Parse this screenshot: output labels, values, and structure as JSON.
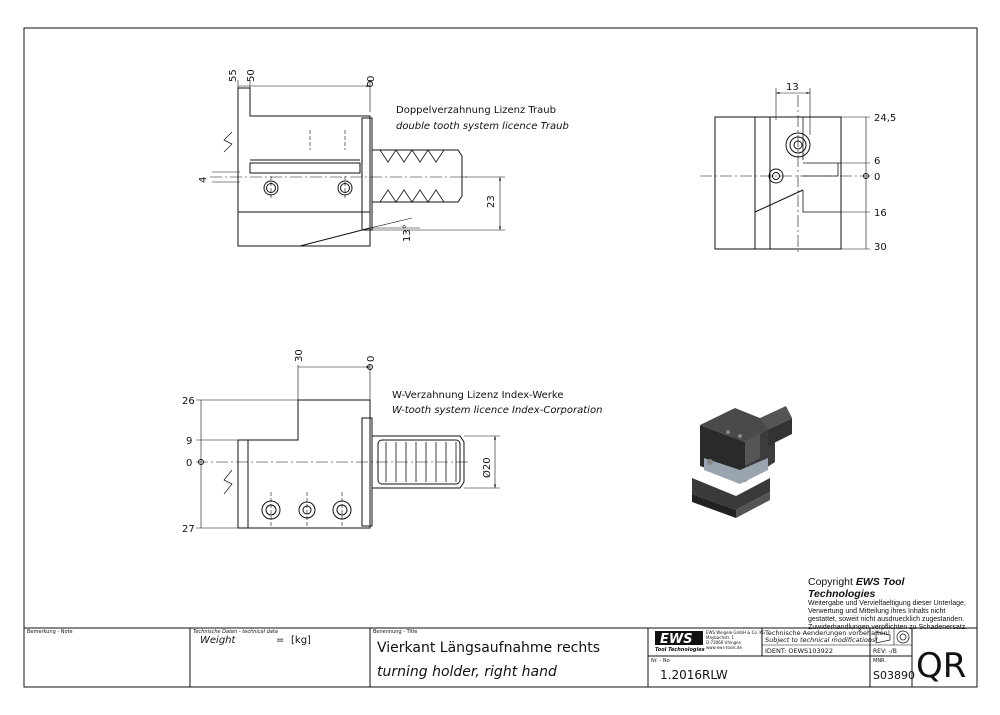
{
  "drawing": {
    "top_view": {
      "dims_top": [
        "55",
        "50",
        "0"
      ],
      "dims_left": [
        "4"
      ],
      "dims_right": [
        "23"
      ],
      "angle": "13°",
      "note_de": "Doppelverzahnung Lizenz Traub",
      "note_en": "double tooth system licence Traub"
    },
    "end_view": {
      "dim_top": "13",
      "dims_right": [
        "24,5",
        "6",
        "0",
        "16",
        "30"
      ]
    },
    "side_view": {
      "dims_top": [
        "30",
        "0"
      ],
      "dims_left": [
        "26",
        "9",
        "0",
        "27"
      ],
      "dim_diameter": "Ø20",
      "note_de": "W-Verzahnung Lizenz Index-Werke",
      "note_en": "W-tooth system licence Index-Corporation"
    }
  },
  "copyright": {
    "prefix": "Copyright",
    "brand": "EWS Tool Technologies",
    "lines": [
      "Weitergabe und Vervielfaeltigung dieser Unterlage,",
      "Verwertung und Mitteilung ihres Inhalts nicht",
      "gestattet, soweit nicht ausdruecklich zugestanden.",
      "Zuwiderhandlungen verpflichten zu Schadenersatz."
    ]
  },
  "title_block": {
    "remark_label": "Bemerkung - Note",
    "tech_label": "Technische Daten - technical data",
    "weight_label": "Weight",
    "weight_eq": "=",
    "weight_unit": "[kg]",
    "title_label": "Benennung - Title",
    "title_de": "Vierkant Längsaufnahme rechts",
    "title_en": "turning holder, right hand",
    "logo_text": "EWS",
    "logo_sub": "Tool Technologies",
    "address": [
      "EWS Weigele GmbH & Co. KG",
      "Maybachstr. 1",
      "D-73066 Uhingen",
      "www.ews-tools.de"
    ],
    "number_label": "Nr. - No",
    "number": "1.2016RLW",
    "change_de": "Technische Aenderungen vorbehalten!",
    "change_en": "Subject to technical modifications!",
    "ident": "IDENT: OEWS103922",
    "rev": "REV: -/B",
    "mnr_label": "MNR.",
    "mnr": "S03890",
    "qr": "QR"
  }
}
